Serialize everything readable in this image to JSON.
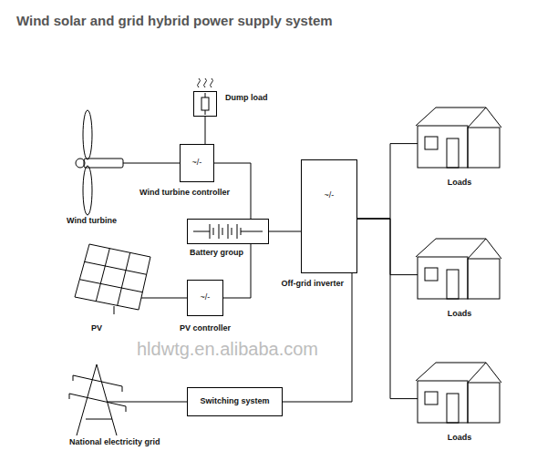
{
  "diagram": {
    "title": "Wind solar and grid hybrid power supply system",
    "nodes": [
      {
        "text": [
          "Dump load"
        ]
      },
      {
        "text": [
          "Wind turbine"
        ]
      },
      {
        "text": [
          "~/-",
          "Wind turbine controller"
        ]
      },
      {
        "text": [
          "Battery group"
        ]
      },
      {
        "text": [
          "~/-",
          "Off-grid inverter"
        ]
      },
      {
        "text": [
          "PV"
        ]
      },
      {
        "text": [
          "~/-",
          "PV controller"
        ]
      },
      {
        "text": [
          "Loads"
        ]
      },
      {
        "text": [
          "Loads"
        ]
      },
      {
        "text": [
          "Loads"
        ]
      },
      {
        "text": [
          "National electricity grid"
        ]
      },
      {
        "text": [
          "Switching system"
        ]
      }
    ],
    "edges": [
      {
        "from": 1,
        "to": 2,
        "arrow": "none"
      },
      {
        "from": 0,
        "to": 2,
        "arrow": "none"
      },
      {
        "from": 2,
        "to": 3,
        "arrow": "none"
      },
      {
        "from": 6,
        "to": 3,
        "arrow": "none"
      },
      {
        "from": 5,
        "to": 6,
        "arrow": "none"
      },
      {
        "from": 3,
        "to": 4,
        "arrow": "none"
      },
      {
        "from": 10,
        "to": 11,
        "arrow": "none"
      },
      {
        "from": 11,
        "to": 4,
        "arrow": "none"
      },
      {
        "from": 4,
        "to": 7,
        "arrow": "none"
      },
      {
        "from": 4,
        "to": 8,
        "arrow": "none"
      },
      {
        "from": 4,
        "to": 9,
        "arrow": "none"
      }
    ],
    "labels": [
      "hldwtg.en.alibaba.com"
    ]
  }
}
